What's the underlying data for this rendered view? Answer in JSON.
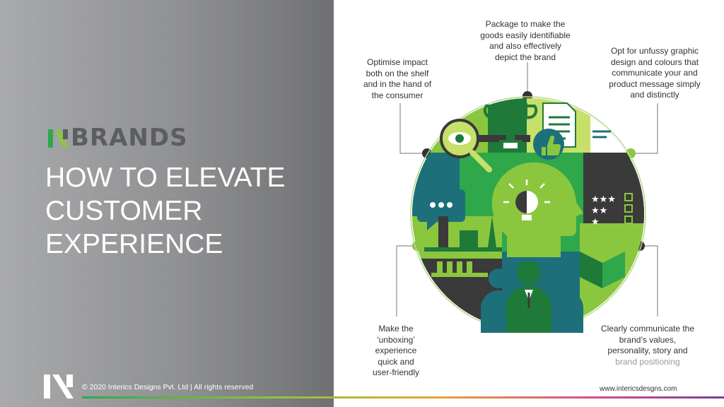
{
  "brand": {
    "logo_text": "BRANDS",
    "logo_prefix": "IN",
    "colors": {
      "green": "#2ea84a",
      "lime": "#8bc63f",
      "dark_green": "#1f7a3a",
      "teal": "#1d6f7a",
      "grey": "#5c5d5f"
    }
  },
  "headline": {
    "line1": "HOW TO ELEVATE",
    "line2": "CUSTOMER",
    "line3": "EXPERIENCE"
  },
  "captions": {
    "top": [
      "Package to make the",
      "goods easily identifiable",
      "and also effectively",
      "depict the brand"
    ],
    "top_left": [
      "Optimise impact",
      "both on the shelf",
      "and in the hand of",
      "the consumer"
    ],
    "top_right": [
      "Opt for unfussy graphic",
      "design and colours that",
      "communicate your and",
      "product message simply",
      "and distinctly"
    ],
    "bottom_left": [
      "Make the",
      "‘unboxing’",
      "experience",
      "quick and",
      "user-friendly"
    ],
    "bottom_right": [
      "Clearly communicate the",
      "brand’s values,",
      "personality, story and"
    ],
    "bottom_right_muted": "brand positioning"
  },
  "footer": {
    "copyright": "© 2020 Interics Designs Pvt. Ltd | All rights reserved",
    "website": "www.intericsdesgns.com"
  },
  "icons": [
    "trophy-icon",
    "magnifier-eye-icon",
    "thumbs-up-icon",
    "document-icon",
    "chat-bubble-icon",
    "lightbulb-head-icon",
    "rating-checklist-icon",
    "package-box-icon",
    "people-icon",
    "shelf-products-icon"
  ]
}
